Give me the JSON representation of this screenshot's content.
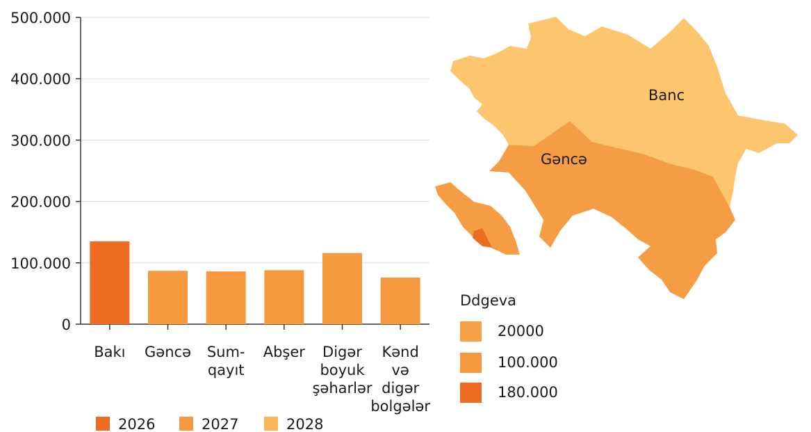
{
  "chart_data": [
    {
      "type": "bar",
      "categories": [
        [
          "Bakı"
        ],
        [
          "Gəncə"
        ],
        [
          "Sum-",
          "qayıt"
        ],
        [
          "Abşer"
        ],
        [
          "Digər",
          "boyuk",
          "şəharlər"
        ],
        [
          "Kənd",
          "və",
          "digər",
          "bolgələr"
        ]
      ],
      "values": [
        135000,
        87000,
        86000,
        88000,
        116000,
        76000
      ],
      "bar_colors": [
        "#ee6b22",
        "#f6983e",
        "#f6983e",
        "#f6983e",
        "#f6983e",
        "#f6983e"
      ],
      "ylim": [
        0,
        500000
      ],
      "yticks": [
        0,
        100000,
        200000,
        300000,
        400000,
        500000
      ],
      "ytick_labels": [
        "0",
        "100.000",
        "200.000",
        "300.000",
        "400.000",
        "500.000"
      ],
      "grid": true,
      "legend_position": "bottom",
      "legend": [
        {
          "label": "2026",
          "color": "#ee6b22"
        },
        {
          "label": "2027",
          "color": "#f6983e"
        },
        {
          "label": "2028",
          "color": "#fbb459"
        }
      ]
    },
    {
      "type": "map",
      "regions": [
        {
          "label": "Banc",
          "color": "#fcc56e"
        },
        {
          "label": "Gəncə",
          "color": "#f59d45"
        }
      ],
      "legend": {
        "title": "Ddgeva",
        "items": [
          {
            "label": "20000",
            "color": "#f6a045"
          },
          {
            "label": "100.000",
            "color": "#f6983e"
          },
          {
            "label": "180.000",
            "color": "#ee6b22"
          }
        ]
      }
    }
  ]
}
